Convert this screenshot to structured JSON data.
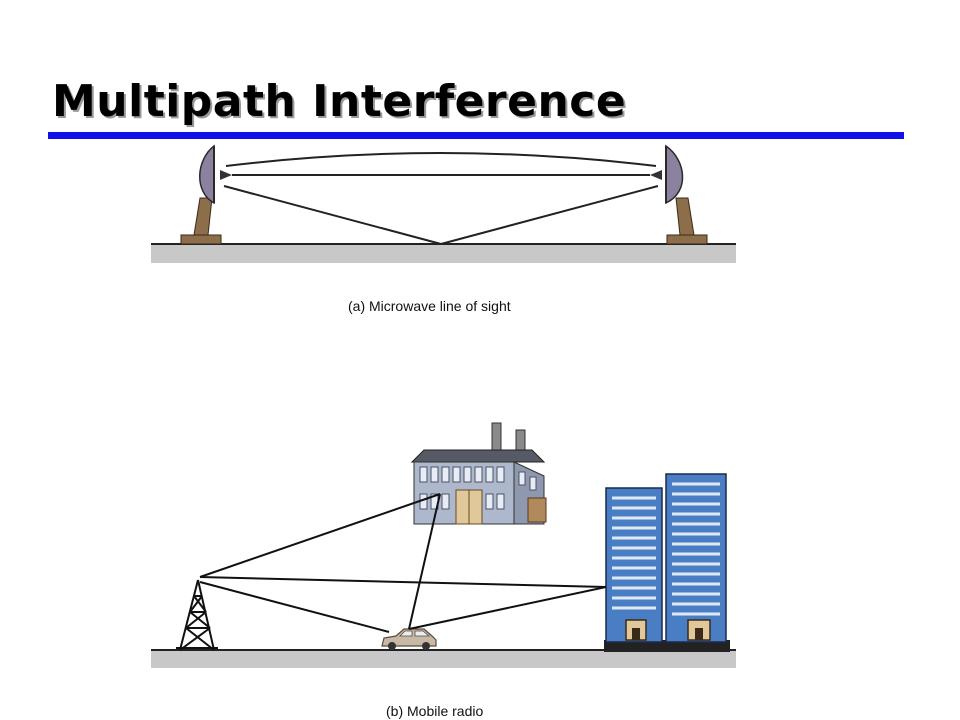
{
  "slide": {
    "title": "Multipath Interference"
  },
  "figure_a": {
    "caption": "(a) Microwave line of sight"
  },
  "figure_b": {
    "caption": "(b) Mobile radio"
  },
  "colors": {
    "title_rule": "#1010e8",
    "ground": "#c8c8c8",
    "dish": "#8c82a0",
    "tower_base": "#8c6e4b",
    "building_blue": "#4a7ec4",
    "factory_wall": "#9aa6be",
    "car": "#c8b8a6"
  }
}
